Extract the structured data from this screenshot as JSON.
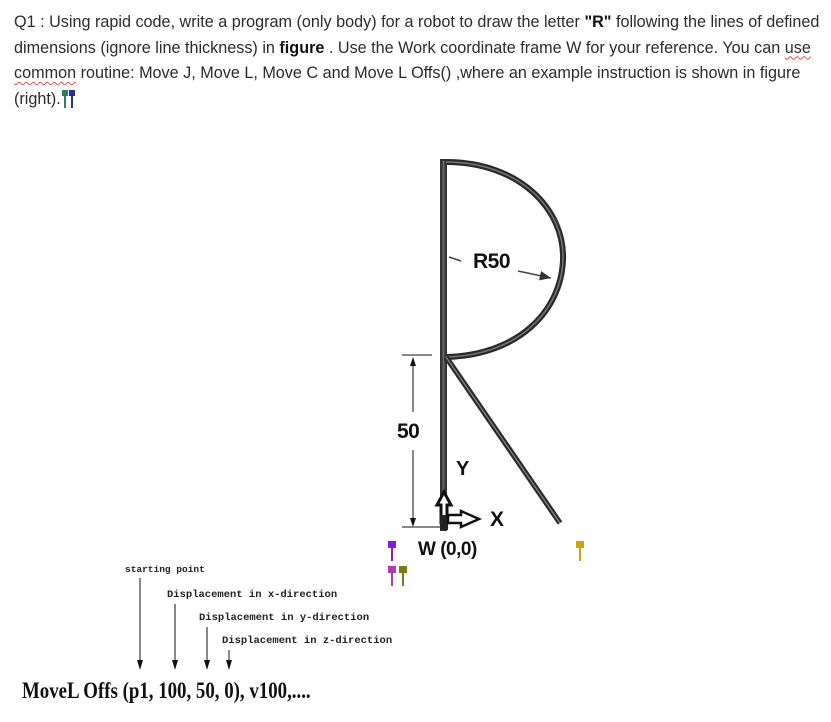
{
  "question": {
    "prefix": "Q1 : Using rapid code, write a program (only body) for a robot to draw the letter ",
    "letter_quoted": "\"R\"",
    "after_letter": " following the lines of defined dimensions (ignore line thickness) in ",
    "figure_word": "figure",
    "after_figure": " . Use the Work coordinate frame W for your reference. You can ",
    "squiggle_text": "use common",
    "after_squiggle": " routine: Move J, Move L, Move C and Move L Offs() ,where an example instruction is shown in figure (right).",
    "pin_colors": [
      "#2e7d6a",
      "#2b2f9e"
    ]
  },
  "figure": {
    "radius_label": "R50",
    "height_label": "50",
    "y_axis_label": "Y",
    "x_axis_label": "X",
    "origin_label": "W (0,0)",
    "pin_colors": {
      "left_top": "#7a1fe0",
      "left_bottom_a": "#b03ab0",
      "left_bottom_b": "#7a7a1a",
      "right": "#c9a50e"
    }
  },
  "example": {
    "annotations": [
      "starting point",
      "Displacement in x-direction",
      "Displacement in y-direction",
      "Displacement in z-direction"
    ],
    "instruction": "MoveL  Offs (p1, 100, 50, 0), v100,...."
  }
}
